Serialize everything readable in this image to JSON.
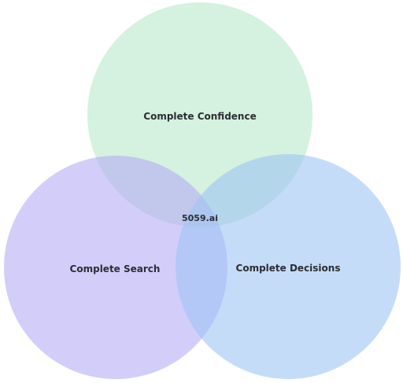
{
  "diagram": {
    "type": "venn",
    "center_label": "5059.ai",
    "sets": [
      {
        "id": "confidence",
        "label": "Complete Confidence",
        "color": "#b9e8c9"
      },
      {
        "id": "search",
        "label": "Complete Search",
        "color": "#b4aef5"
      },
      {
        "id": "decisions",
        "label": "Complete Decisions",
        "color": "#9fc4f3"
      }
    ]
  }
}
